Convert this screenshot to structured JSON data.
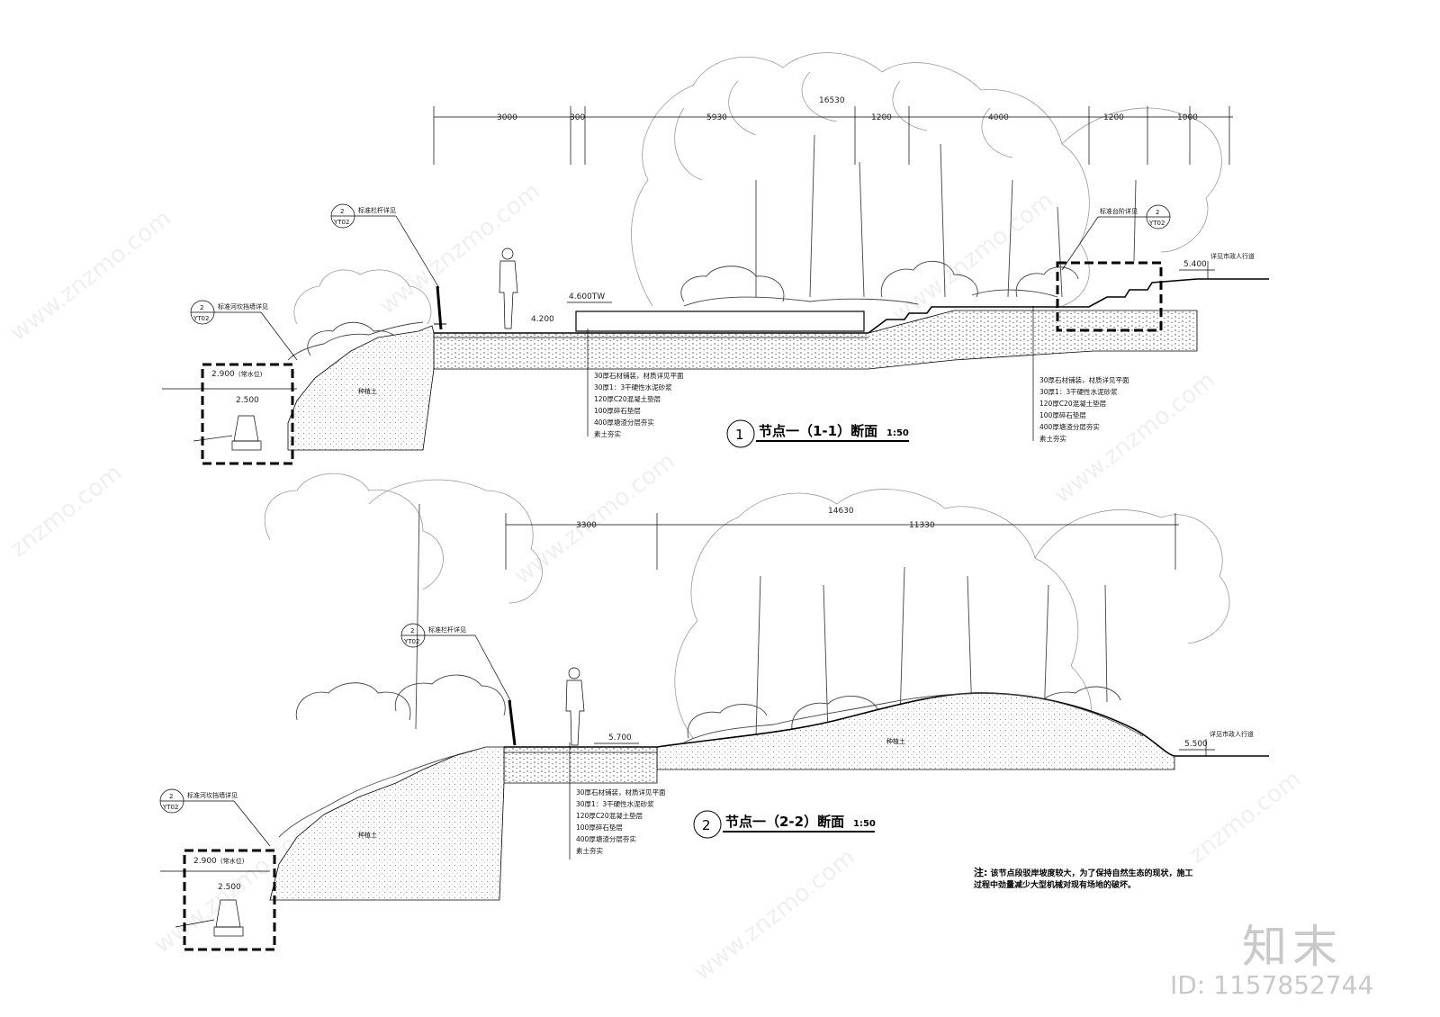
{
  "watermark": {
    "site": "znzmo.com",
    "www": "www.znzmo.com",
    "brand": "知末",
    "id": "ID: 1157852744"
  },
  "section1": {
    "number": "1",
    "title": "节点一（1-1）断面",
    "scale": "1:50",
    "total_dim": "16530",
    "dims": [
      "3000",
      "300",
      "5930",
      "1200",
      "4000",
      "1200",
      "1000"
    ],
    "levels": {
      "water": "2.900",
      "water_note": "(常水位)",
      "footing": "2.500",
      "deck": "4.200",
      "wall": "4.600TW",
      "road": "5.400"
    },
    "callouts": {
      "railing": {
        "num": "2",
        "sheet": "YT02",
        "text": "标准栏杆详见"
      },
      "river_wall": {
        "num": "2",
        "sheet": "YT02",
        "text": "标准河坎挡墙详见"
      },
      "steps": {
        "num": "2",
        "sheet": "YT02",
        "text": "标准台阶详见"
      },
      "road": "详见市政人行道",
      "soil": "种植土"
    },
    "layers_left": [
      "30厚石材铺装，材质详见平面",
      "30厚1：3干硬性水泥砂浆",
      "120厚C20混凝土垫层",
      "100厚碎石垫层",
      "400厚塘渣分层夯实",
      "素土夯实"
    ],
    "layers_right": [
      "30厚石材铺装，材质详见平面",
      "30厚1：3干硬性水泥砂浆",
      "120厚C20混凝土垫层",
      "100厚碎石垫层",
      "400厚塘渣分层夯实",
      "素土夯实"
    ]
  },
  "section2": {
    "number": "2",
    "title": "节点一（2-2）断面",
    "scale": "1:50",
    "total_dim": "14630",
    "dims": [
      "3300",
      "11330"
    ],
    "levels": {
      "water": "2.900",
      "water_note": "(常水位)",
      "footing": "2.500",
      "deck": "5.700",
      "road": "5.500"
    },
    "callouts": {
      "railing": {
        "num": "2",
        "sheet": "YT02",
        "text": "标准栏杆详见"
      },
      "river_wall": {
        "num": "2",
        "sheet": "YT02",
        "text": "标准河坎挡墙详见"
      },
      "road": "详见市政人行道",
      "soil": "种植土",
      "soil2": "种植土"
    },
    "layers": [
      "30厚石材铺装，材质详见平面",
      "30厚1：3干硬性水泥砂浆",
      "120厚C20混凝土垫层",
      "100厚碎石垫层",
      "400厚塘渣分层夯实",
      "素土夯实"
    ]
  },
  "note": {
    "label": "注:",
    "text": "该节点段驳岸坡度较大，为了保持自然生态的现状，施工过程中劲量减少大型机械对现有场地的破坏。"
  }
}
